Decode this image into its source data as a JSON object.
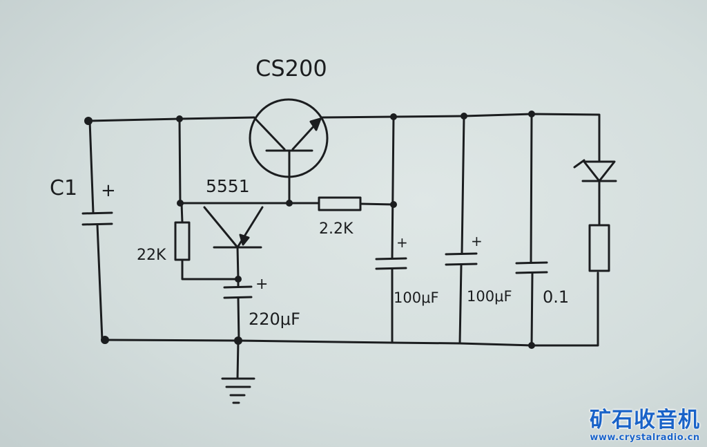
{
  "colors": {
    "paper": "#d3dddc",
    "ink": "#1b1d1f",
    "watermark": "#1a63c8"
  },
  "labels": {
    "title": "CS200",
    "c1": "C1",
    "c1_polarity": "+",
    "q1": "5551",
    "r_bias": "22K",
    "c_base": "220μF",
    "c_base_polarity": "+",
    "r_series": "2.2K",
    "c_out1": "100μF",
    "c_out1_polarity": "+",
    "c_out2": "100μF",
    "c_out2_polarity": "+",
    "c_out3": "0.1"
  },
  "watermark": {
    "site_name": "矿石收音机",
    "url": "www.crystalradio.cn"
  }
}
